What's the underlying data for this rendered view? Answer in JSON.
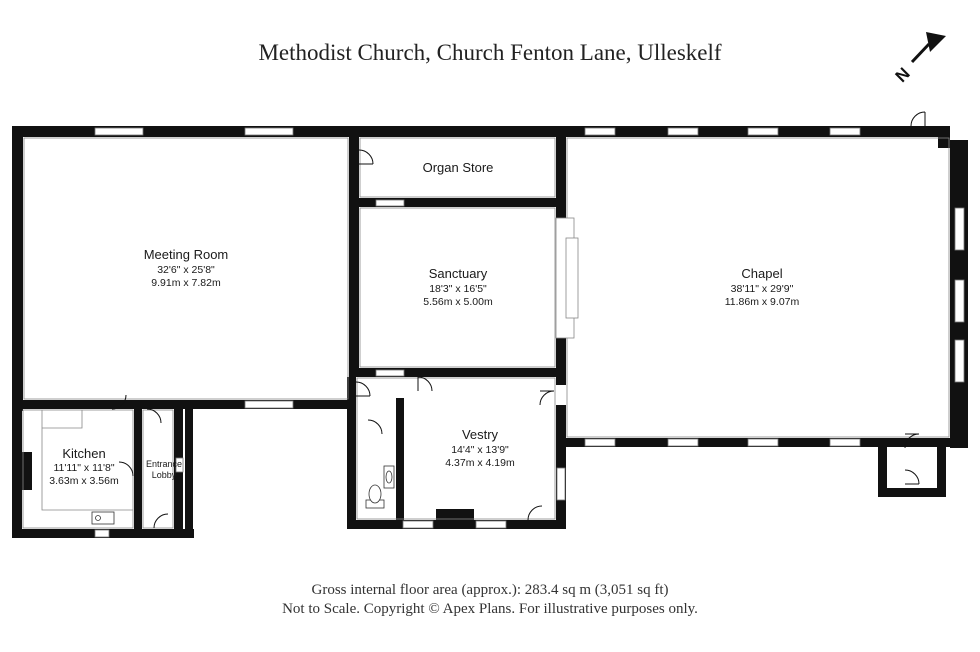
{
  "title": "Methodist Church, Church Fenton Lane, Ulleskelf",
  "compass_icon": "north-arrow-icon",
  "compass_letter": "N",
  "rooms": {
    "meeting_room": {
      "name": "Meeting Room",
      "imperial": "32'6\" x 25'8\"",
      "metric": "9.91m x 7.82m"
    },
    "organ_store": {
      "name": "Organ Store"
    },
    "sanctuary": {
      "name": "Sanctuary",
      "imperial": "18'3\" x 16'5\"",
      "metric": "5.56m x 5.00m"
    },
    "chapel": {
      "name": "Chapel",
      "imperial": "38'11\" x 29'9\"",
      "metric": "11.86m x 9.07m"
    },
    "kitchen": {
      "name": "Kitchen",
      "imperial": "11'11\" x 11'8\"",
      "metric": "3.63m x 3.56m"
    },
    "entrance_lobby": {
      "name_line1": "Entrance",
      "name_line2": "Lobby"
    },
    "vestry": {
      "name": "Vestry",
      "imperial": "14'4\" x 13'9\"",
      "metric": "4.37m x 4.19m"
    }
  },
  "footer": {
    "area": "Gross internal floor area (approx.): 283.4 sq m (3,051 sq ft)",
    "disclaimer": "Not to Scale. Copyright © Apex Plans. For illustrative purposes only."
  },
  "colors": {
    "wall": "#111111",
    "text": "#1a1a1a",
    "window": "#ffffff"
  }
}
